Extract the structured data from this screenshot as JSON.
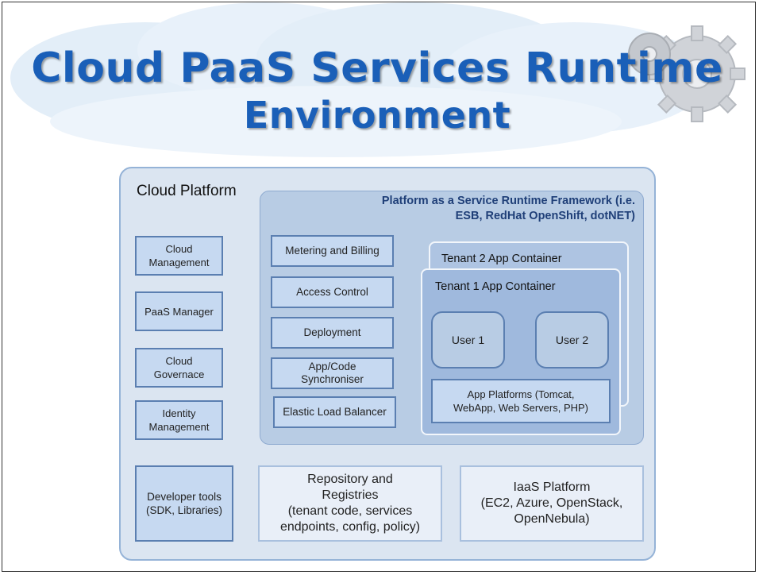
{
  "title": {
    "line1": "Cloud PaaS Services Runtime",
    "line2": "Environment"
  },
  "colors": {
    "title": "#1a5fb8",
    "platform_bg": "#dbe5f1",
    "runtime_bg": "#b8cce4",
    "box_fill": "#c6d9f1",
    "box_border": "#5b7fb1"
  },
  "diagram": {
    "platform_label": "Cloud Platform",
    "runtime_title": "Platform as a Service Runtime Framework (i.e.\nESB, RedHat OpenShift, dotNET)",
    "side_boxes": [
      "Cloud\nManagement",
      "PaaS Manager",
      "Cloud\nGovernace",
      "Identity\nManagement"
    ],
    "services": [
      "Metering and Billing",
      "Access Control",
      "Deployment",
      "App/Code\nSynchroniser",
      "Elastic Load Balancer"
    ],
    "tenant2_label": "Tenant 2 App Container",
    "tenant1_label": "Tenant 1 App Container",
    "users": [
      "User 1",
      "User 2"
    ],
    "app_platforms": "App Platforms (Tomcat,\nWebApp, Web Servers, PHP)",
    "developer_tools": "Developer tools\n(SDK, Libraries)",
    "repository": "Repository and\nRegistries\n(tenant code, services\nendpoints, config, policy)",
    "iaas": "IaaS Platform\n(EC2, Azure, OpenStack,\nOpenNebula)"
  }
}
